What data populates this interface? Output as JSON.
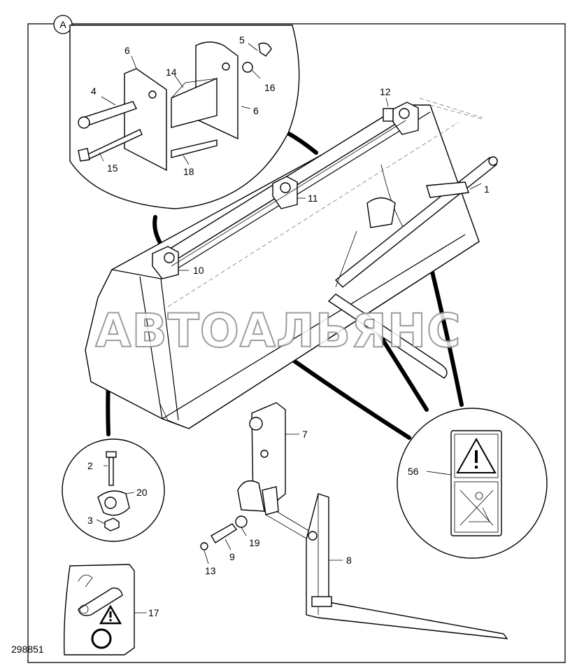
{
  "view_label": "A",
  "figure_number": "298851",
  "watermark": "АВТОАЛЬЯНС",
  "callouts": [
    "1",
    "2",
    "3",
    "4",
    "5",
    "6",
    "6",
    "7",
    "8",
    "9",
    "10",
    "11",
    "12",
    "13",
    "14",
    "15",
    "16",
    "17",
    "18",
    "19",
    "20",
    "56"
  ],
  "icons": {
    "warning": "warning-triangle-icon",
    "no_entry": "no-standing-icon",
    "circle": "circle-symbol-icon"
  }
}
